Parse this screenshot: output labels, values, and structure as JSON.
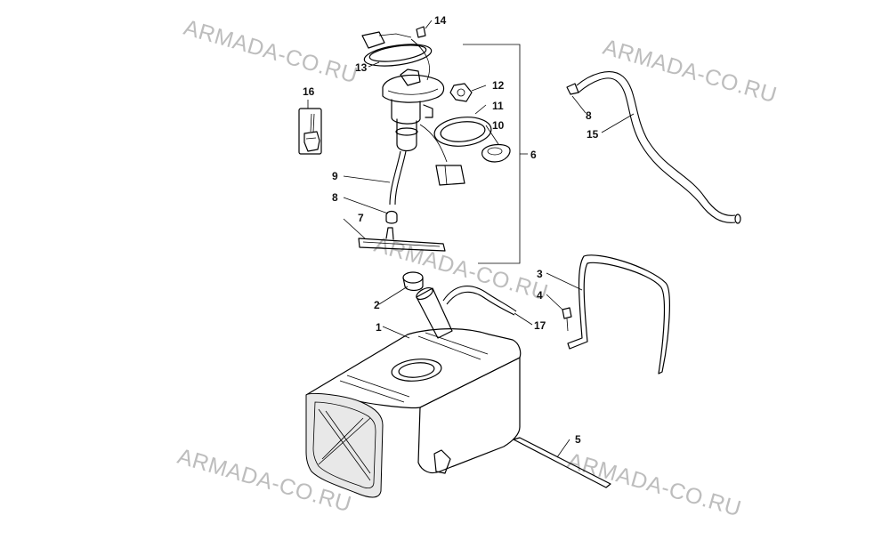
{
  "watermark": "ARMADA-CO.RU",
  "callouts": {
    "c1": "1",
    "c2": "2",
    "c3": "3",
    "c4": "4",
    "c5": "5",
    "c6": "6",
    "c7": "7",
    "c8a": "8",
    "c8b": "8",
    "c9": "9",
    "c10": "10",
    "c11": "11",
    "c12": "12",
    "c13": "13",
    "c14": "14",
    "c15": "15",
    "c16": "16",
    "c17": "17"
  }
}
